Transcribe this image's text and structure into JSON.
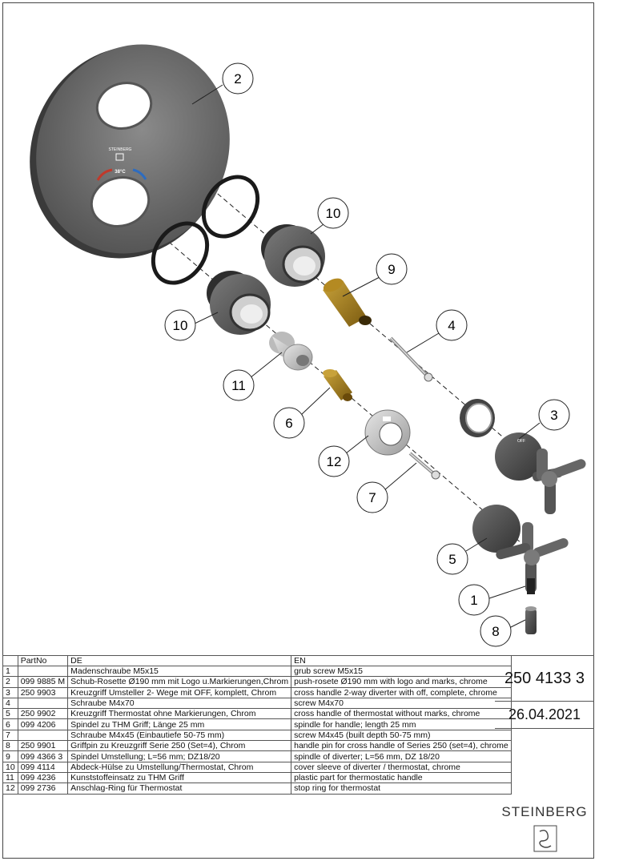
{
  "callouts": [
    {
      "id": "c2",
      "label": "2"
    },
    {
      "id": "c10a",
      "label": "10"
    },
    {
      "id": "c9",
      "label": "9"
    },
    {
      "id": "c4",
      "label": "4"
    },
    {
      "id": "c10b",
      "label": "10"
    },
    {
      "id": "c3",
      "label": "3"
    },
    {
      "id": "c11",
      "label": "11"
    },
    {
      "id": "c6",
      "label": "6"
    },
    {
      "id": "c12",
      "label": "12"
    },
    {
      "id": "c7",
      "label": "7"
    },
    {
      "id": "c5",
      "label": "5"
    },
    {
      "id": "c1",
      "label": "1"
    },
    {
      "id": "c8",
      "label": "8"
    }
  ],
  "rosette_marks": {
    "brand": "STEINBERG",
    "temp": "38°C"
  },
  "table": {
    "headers": {
      "no": "",
      "partno": "PartNo",
      "de": "DE",
      "en": "EN"
    },
    "rows": [
      {
        "no": "1",
        "partno": "",
        "de": "Madenschraube M5x15",
        "en": "grub screw M5x15"
      },
      {
        "no": "2",
        "partno": "099 9885 M",
        "de": "Schub-Rosette Ø190 mm mit Logo u.Markierungen,Chrom",
        "en": "push-rosete Ø190 mm with logo and marks, chrome"
      },
      {
        "no": "3",
        "partno": "250 9903",
        "de": "Kreuzgriff Umsteller 2- Wege mit OFF, komplett, Chrom",
        "en": "cross handle 2-way diverter with off, complete, chrome"
      },
      {
        "no": "4",
        "partno": "",
        "de": "Schraube M4x70",
        "en": "screw M4x70"
      },
      {
        "no": "5",
        "partno": "250 9902",
        "de": "Kreuzgriff Thermostat ohne Markierungen, Chrom",
        "en": "cross handle of thermostat without marks, chrome"
      },
      {
        "no": "6",
        "partno": "099 4206",
        "de": "Spindel zu THM Griff; Länge 25 mm",
        "en": "spindle for handle; length 25 mm"
      },
      {
        "no": "7",
        "partno": "",
        "de": "Schraube M4x45 (Einbautiefe 50-75 mm)",
        "en": "screw M4x45 (built depth 50-75 mm)"
      },
      {
        "no": "8",
        "partno": "250 9901",
        "de": "Griffpin zu Kreuzgriff Serie 250 (Set=4), Chrom",
        "en": "handle pin for cross handle of Series 250 (set=4), chrome"
      },
      {
        "no": "9",
        "partno": "099 4366 3",
        "de": "Spindel Umstellung; L=56 mm; DZ18/20",
        "en": "spindle of diverter; L=56 mm, DZ 18/20"
      },
      {
        "no": "10",
        "partno": "099 4114",
        "de": "Abdeck-Hülse zu Umstellung/Thermostat, Chrom",
        "en": "cover sleeve of diverter / thermostat, chrome"
      },
      {
        "no": "11",
        "partno": "099 4236",
        "de": "Kunststoffeinsatz zu THM Griff",
        "en": "plastic part for thermostatic handle"
      },
      {
        "no": "12",
        "partno": "099 2736",
        "de": "Anschlag-Ring für Thermostat",
        "en": "stop ring for thermostat"
      }
    ]
  },
  "article_number": "250 4133 3",
  "date": "26.04.2021",
  "brand_name": "STEINBERG"
}
